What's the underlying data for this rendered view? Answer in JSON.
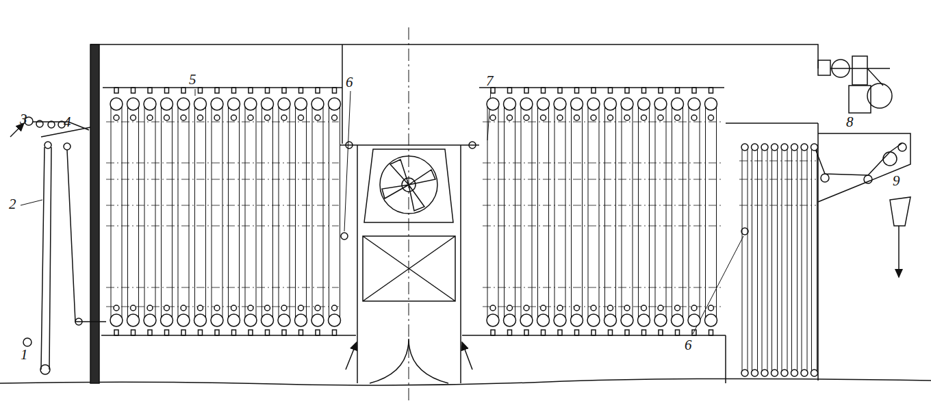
{
  "diagram": {
    "labels": [
      "5",
      "6",
      "7",
      "3",
      "4",
      "8",
      "9",
      "2",
      "1",
      "6"
    ]
  }
}
